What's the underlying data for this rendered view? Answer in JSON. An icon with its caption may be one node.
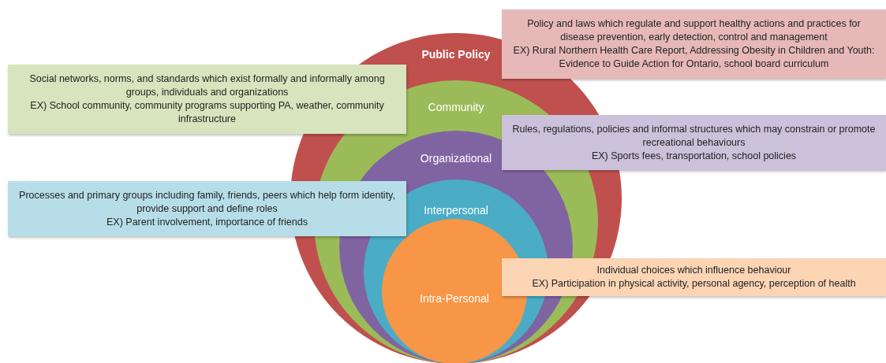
{
  "diagram": {
    "nodes": [
      {
        "text": [
          "Public Policy"
        ]
      },
      {
        "text": [
          "Community"
        ],
        "in": 0
      },
      {
        "text": [
          "Organizational"
        ],
        "in": 1
      },
      {
        "text": [
          "Interpersonal"
        ],
        "in": 2
      },
      {
        "text": [
          "Intra-Personal"
        ],
        "in": 3
      },
      {
        "text": [
          "Policy and laws which regulate and support healthy actions and practices for disease prevention, early detection, control and management",
          "EX) Rural Northern Health Care Report, Addressing Obesity in Children and Youth: Evidence to Guide Action for Ontario, school board curriculum"
        ]
      },
      {
        "text": [
          "Social networks, norms, and standards which exist formally and informally among groups, individuals and organizations",
          "EX) School community, community programs supporting PA, weather, community infrastructure"
        ]
      },
      {
        "text": [
          "Rules, regulations, policies and informal structures which may constrain or promote recreational behaviours",
          "EX) Sports fees, transportation, school policies"
        ]
      },
      {
        "text": [
          "Processes and primary groups including family, friends, peers which help form identity, provide support and define roles",
          "EX) Parent involvement, importance of friends"
        ]
      },
      {
        "text": [
          "Individual choices which influence behaviour",
          "EX) Participation in physical activity, personal agency, perception of health"
        ]
      }
    ],
    "edges": []
  }
}
